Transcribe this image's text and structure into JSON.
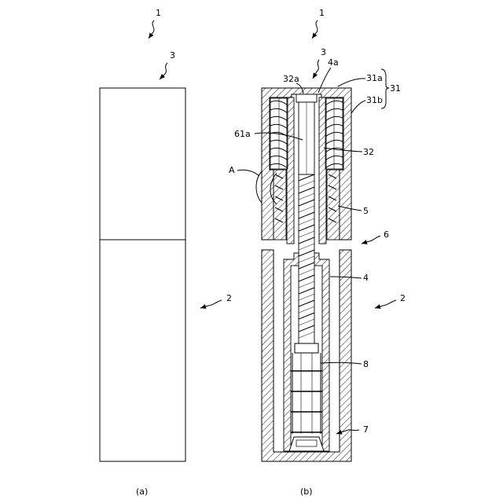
{
  "figure_a": {
    "caption": "(a)",
    "labels": {
      "assembly": "1",
      "cap": "3",
      "body": "2"
    }
  },
  "figure_b": {
    "caption": "(b)",
    "labels": {
      "assembly": "1",
      "cap": "3",
      "top_part": "32a",
      "rod_top": "4a",
      "cap_outer_top": "31a",
      "cap_outer": "31",
      "cap_outer_side": "31b",
      "screw_top": "61a",
      "inner_sleeve": "32",
      "region": "A",
      "spiral": "5",
      "body_gap": "6",
      "rod": "4",
      "body": "2",
      "spring": "8",
      "bottom": "7"
    }
  }
}
